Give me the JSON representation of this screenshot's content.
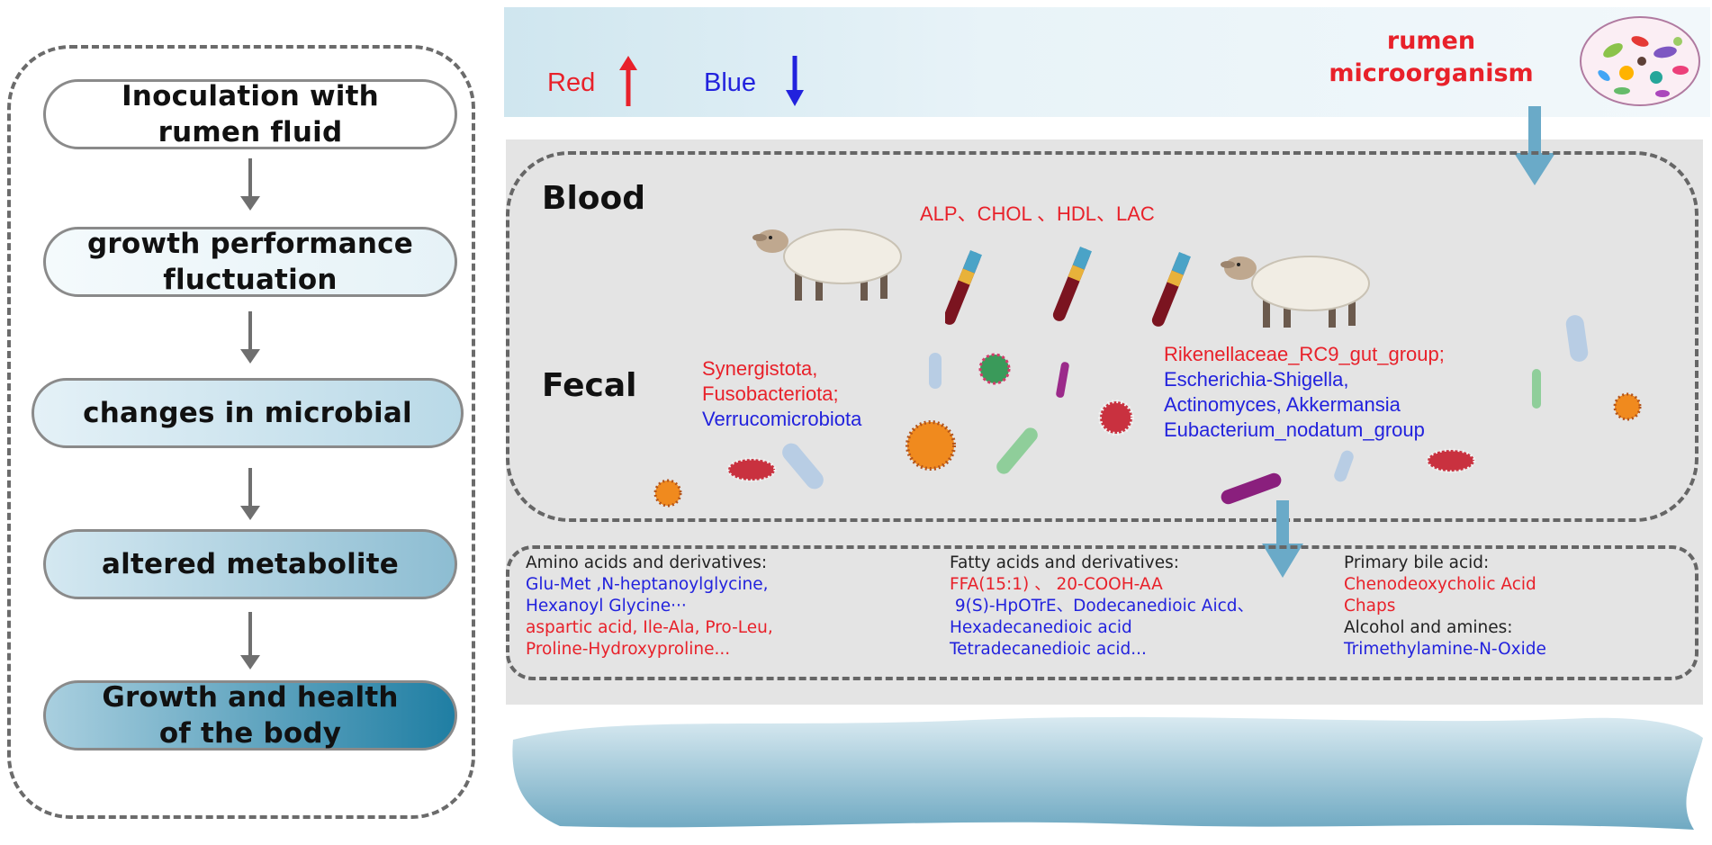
{
  "flow": {
    "steps": [
      {
        "line1": "Inoculation with",
        "line2": "rumen fluid"
      },
      {
        "line1": "growth performance",
        "line2": "fluctuation"
      },
      {
        "line1": "changes in microbial",
        "line2": ""
      },
      {
        "line1": "altered metabolite",
        "line2": ""
      },
      {
        "line1": "Growth and health",
        "line2": "of the body"
      }
    ]
  },
  "legend": {
    "red_label": "Red",
    "blue_label": "Blue"
  },
  "source": {
    "line1": "rumen",
    "line2": "microorganism"
  },
  "blood": {
    "title": "Blood",
    "markers": "ALP、CHOL 、HDL、LAC"
  },
  "fecal": {
    "title": "Fecal",
    "left_red": [
      "Synergistota,",
      "Fusobacteriota;"
    ],
    "left_blue": [
      "Verrucomicrobiota"
    ],
    "right_red": [
      "Rikenellaceae_RC9_gut_group;"
    ],
    "right_blue": [
      "Escherichia-Shigella,",
      "Actinomyces, Akkermansia",
      "Eubacterium_nodatum_group"
    ]
  },
  "metabolites": {
    "amino": {
      "title": "Amino acids and derivatives:",
      "blue": [
        "Glu-Met ,N-heptanoylglycine,",
        "Hexanoyl Glycine···"
      ],
      "red": [
        "aspartic acid, Ile-Ala, Pro-Leu,",
        "Proline-Hydroxyproline..."
      ]
    },
    "fatty": {
      "title": "Fatty acids and derivatives:",
      "red": [
        "FFA(15:1) 、 20-COOH-AA"
      ],
      "blue": [
        " 9(S)-HpOTrE、Dodecanedioic Aicd、",
        "Hexadecanedioic acid",
        "Tetradecanedioic acid..."
      ]
    },
    "bile": {
      "title": "Primary bile acid:",
      "red": [
        "Chenodeoxycholic Acid",
        "Chaps"
      ],
      "title2": "Alcohol and amines:",
      "blue": [
        "Trimethylamine-N-Oxide"
      ]
    }
  },
  "colors": {
    "up": "#e8212a",
    "down": "#2222dd",
    "accent": "#6aaac8"
  }
}
